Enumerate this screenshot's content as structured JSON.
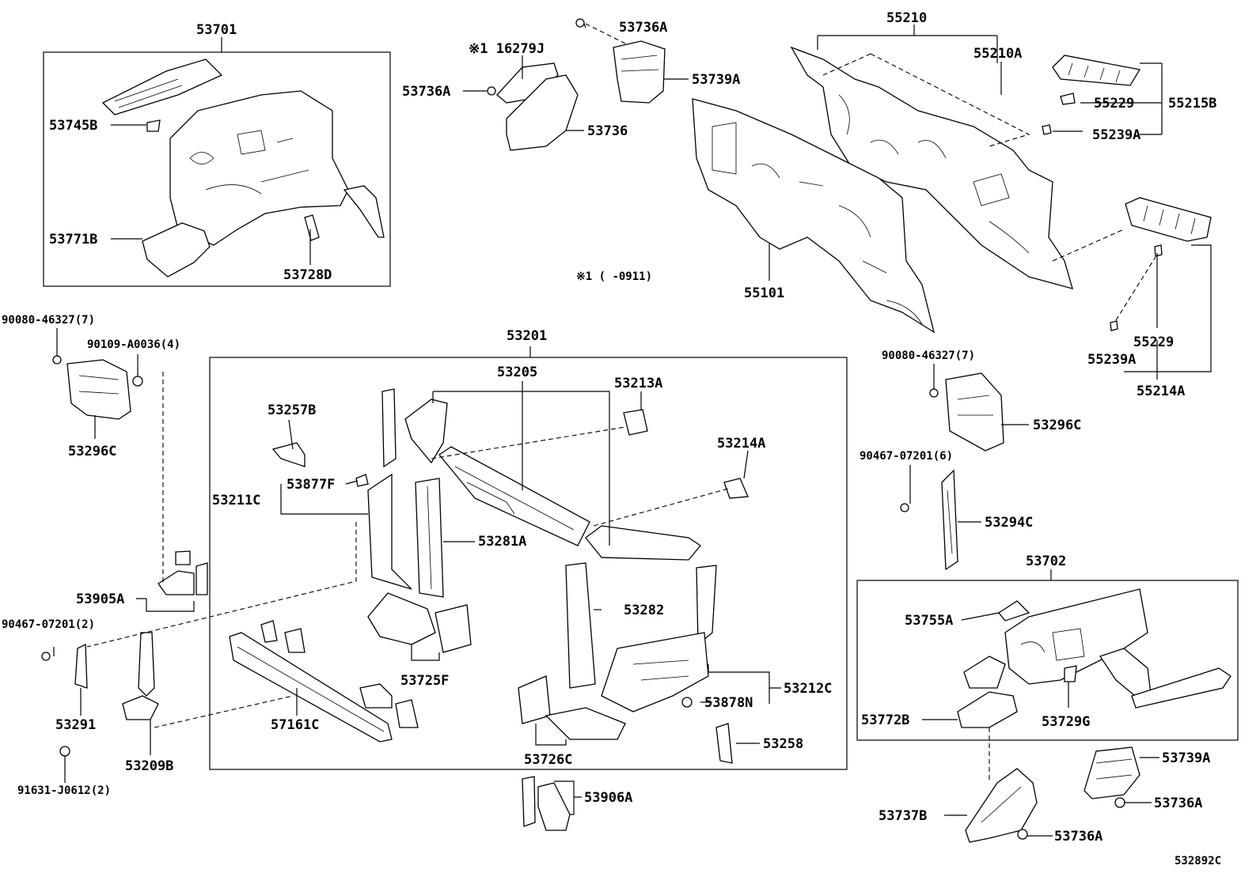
{
  "labels": {
    "l_53701": "53701",
    "l_53745b": "53745B",
    "l_53771b": "53771B",
    "l_53728d": "53728D",
    "l_16279j": "※1 16279J",
    "l_53736a_top": "53736A",
    "l_53736a_left": "53736A",
    "l_53739a_top": "53739A",
    "l_53736": "53736",
    "l_55210": "55210",
    "l_55210a": "55210A",
    "l_55229_top": "55229",
    "l_55215b": "55215B",
    "l_55239a_top": "55239A",
    "l_55101": "55101",
    "l_note": "※1 (     -0911)",
    "l_55229_right": "55229",
    "l_55239a_right": "55239A",
    "l_55214a": "55214A",
    "l_90080_left": "90080-46327(7)",
    "l_90109": "90109-A0036(4)",
    "l_53296c_left": "53296C",
    "l_53201": "53201",
    "l_53205": "53205",
    "l_53213a": "53213A",
    "l_53257b": "53257B",
    "l_53214a": "53214A",
    "l_53877f": "53877F",
    "l_53211c": "53211C",
    "l_53281a": "53281A",
    "l_53905a": "53905A",
    "l_90467_left": "90467-07201(2)",
    "l_53282": "53282",
    "l_53291": "53291",
    "l_53725f": "53725F",
    "l_53212c": "53212C",
    "l_53878n": "53878N",
    "l_57161c": "57161C",
    "l_53209b": "53209B",
    "l_53258": "53258",
    "l_53726c": "53726C",
    "l_91631": "91631-J0612(2)",
    "l_53906a": "53906A",
    "l_90080_right": "90080-46327(7)",
    "l_53296c_right": "53296C",
    "l_90467_right": "90467-07201(6)",
    "l_53294c": "53294C",
    "l_53702": "53702",
    "l_53755a": "53755A",
    "l_53772b": "53772B",
    "l_53729g": "53729G",
    "l_53739a_bottom": "53739A",
    "l_53736a_bottom1": "53736A",
    "l_53737b": "53737B",
    "l_53736a_bottom2": "53736A",
    "l_code": "532892C"
  }
}
